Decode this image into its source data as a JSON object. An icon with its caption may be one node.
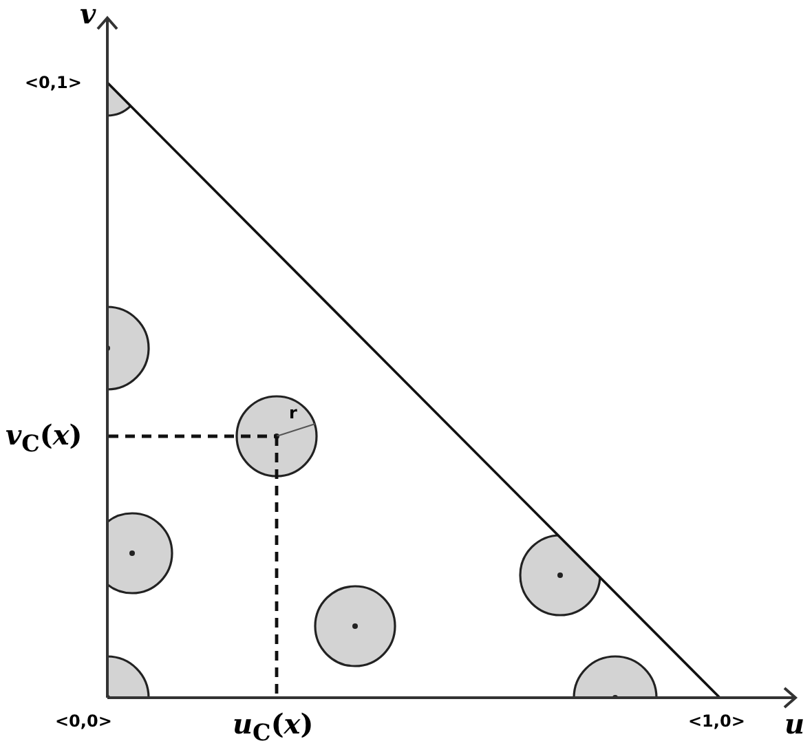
{
  "diagram": {
    "labels": [
      "*v*",
      "<0,1>",
      "r",
      "*v*$_{C}$(*x*)",
      "<0,0>",
      "*u*$_{C}$(*x*)",
      "<1,0>",
      "*u*"
    ]
  }
}
